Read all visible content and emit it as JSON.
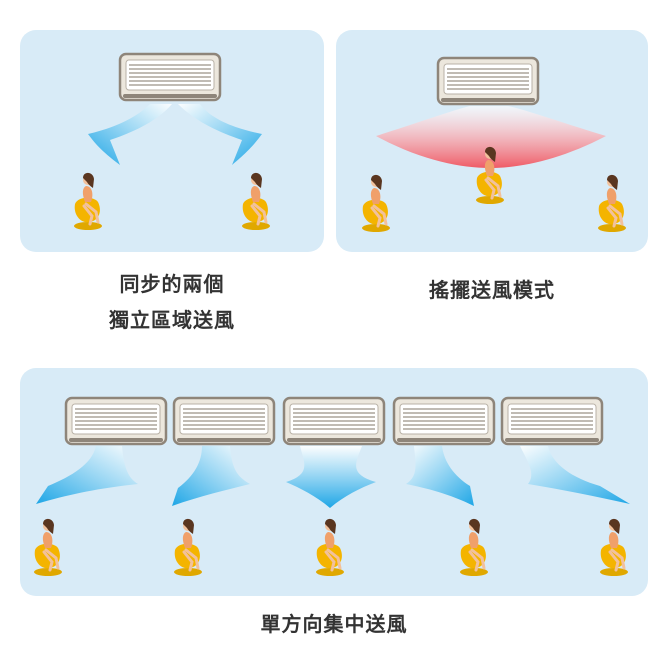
{
  "captions": {
    "dual": {
      "line1": "同步的兩個",
      "line2": "獨立區域送風"
    },
    "swing": {
      "text": "搖擺送風模式"
    },
    "single": {
      "text": "單方向集中送風"
    }
  },
  "colors": {
    "panel_bg": "#d8ebf7",
    "airflow_cool": "#1ea6e6",
    "airflow_warm": "#ef5b66",
    "unit_body": "#ece7dd",
    "unit_frame": "#8e857a",
    "person_chair": "#f4b400",
    "caption_text": "#333333"
  },
  "icons": {
    "unit": "air-conditioner-icon",
    "person": "seated-person-icon"
  }
}
